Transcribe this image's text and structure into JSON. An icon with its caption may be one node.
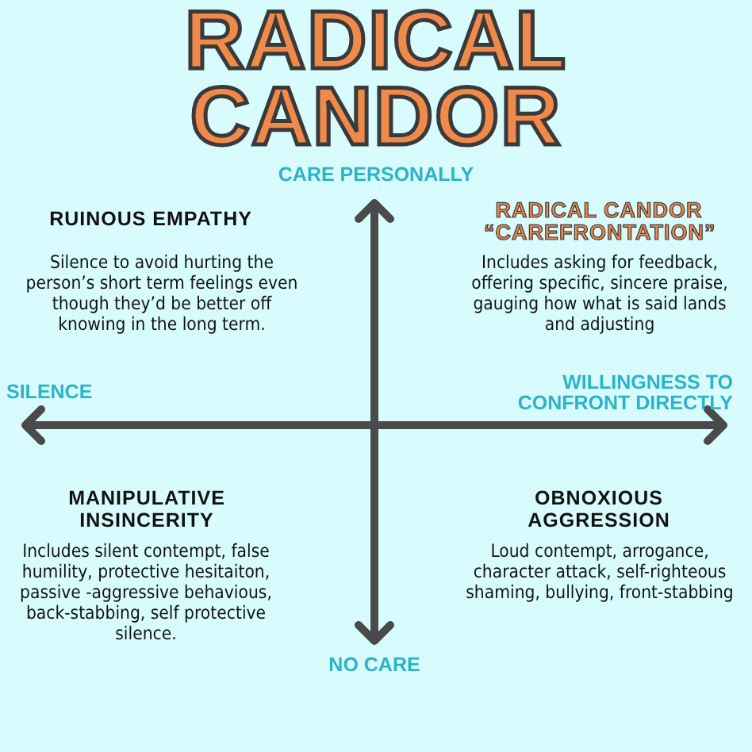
{
  "diagram": {
    "title": "RADICAL CANDOR",
    "labels": [
      "CARE PERSONALLY",
      "RUINOUS EMPATHY",
      "RADICAL CANDOR “CAREFRONTATION”",
      "Silence to avoid hurting the person’s short term feelings even though they’d be better off knowing in the long term.",
      "Includes asking for feedback, offering specific, sincere praise, gauging how what is said lands and adjusting",
      "SILENCE",
      "WILLINGNESS TO CONFRONT DIRECTLY",
      "MANIPULATIVE INSINCERITY",
      "OBNOXIOUS AGGRESSION",
      "Includes silent contempt, false humility, protective hesitaiton, passive -aggressive behavious, back-stabbing, self protective silence.",
      "Loud contempt, arrogance, character attack, self-righteous shaming, bullying, front-stabbing",
      "NO CARE"
    ]
  }
}
